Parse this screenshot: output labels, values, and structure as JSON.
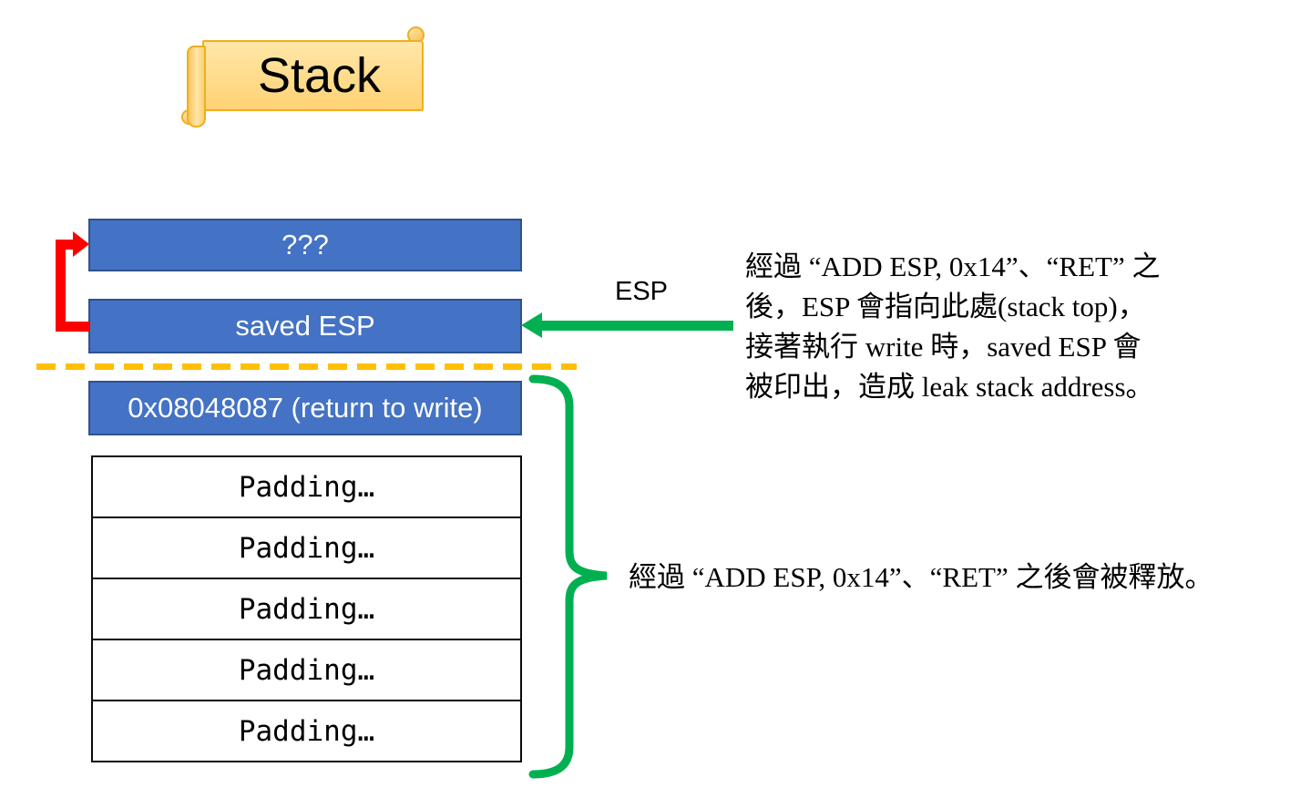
{
  "banner": {
    "label": "Stack"
  },
  "stack": {
    "unknown_box": "???",
    "saved_esp_box": "saved ESP",
    "return_box": "0x08048087 (return to write)",
    "padding_rows": [
      "Padding…",
      "Padding…",
      "Padding…",
      "Padding…",
      "Padding…"
    ]
  },
  "pointer": {
    "esp_label": "ESP"
  },
  "notes": {
    "esp_note_lines": [
      "經過 “ADD ESP, 0x14”、“RET” 之",
      "後，ESP 會指向此處(stack top)，",
      "接著執行 write 時，saved ESP 會",
      "被印出，造成 leak stack address。"
    ],
    "release_note": "經過 “ADD ESP, 0x14”、“RET” 之後會被釋放。"
  },
  "colors": {
    "box_fill": "#4472C4",
    "box_border": "#2F528F",
    "arrow_red": "#FF0000",
    "arrow_green": "#00B050",
    "separator_gold": "#FFC000",
    "banner_fill_top": "#FFE7A8",
    "banner_fill_bottom": "#FFD274",
    "banner_border": "#EFAF22"
  }
}
